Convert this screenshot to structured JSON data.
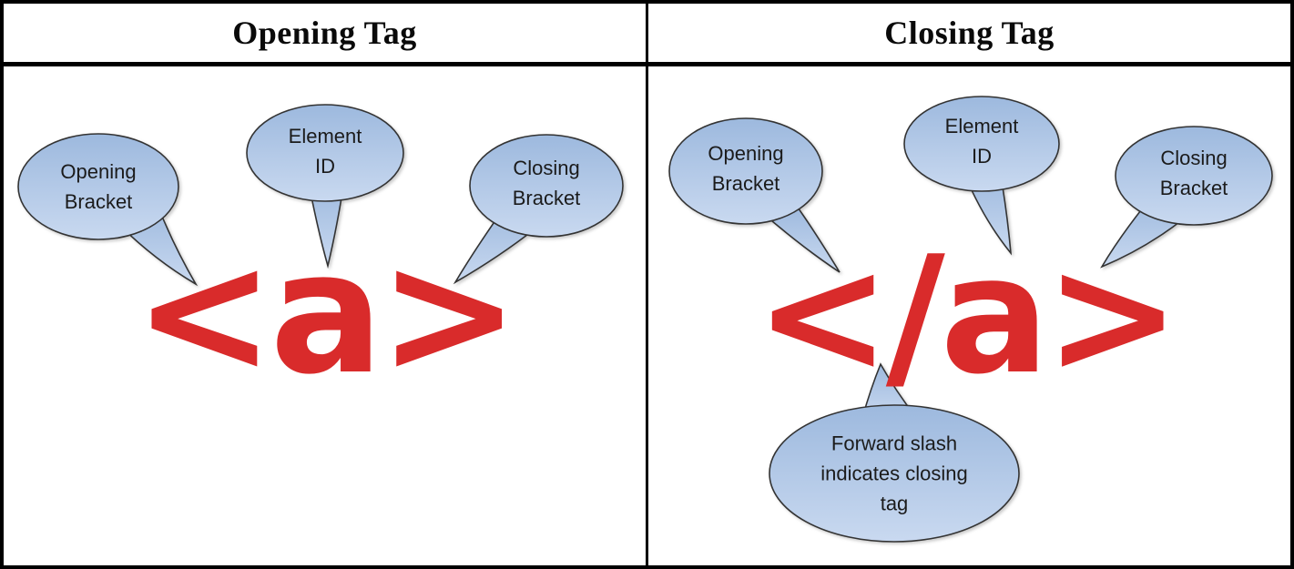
{
  "colors": {
    "tag_red": "#d92b2b",
    "bubble_fill_top": "#9db9de",
    "bubble_fill_bottom": "#c9d9f0",
    "bubble_border": "#333333",
    "table_border": "#000000"
  },
  "panels": [
    {
      "header": "Opening Tag",
      "tag": "<a>",
      "bubbles": [
        {
          "label": "Opening\nBracket"
        },
        {
          "label": "Element\nID"
        },
        {
          "label": "Closing\nBracket"
        }
      ]
    },
    {
      "header": "Closing Tag",
      "tag": "</a>",
      "bubbles": [
        {
          "label": "Opening\nBracket"
        },
        {
          "label": "Element\nID"
        },
        {
          "label": "Closing\nBracket"
        },
        {
          "label": "Forward slash\nindicates closing\ntag"
        }
      ]
    }
  ]
}
